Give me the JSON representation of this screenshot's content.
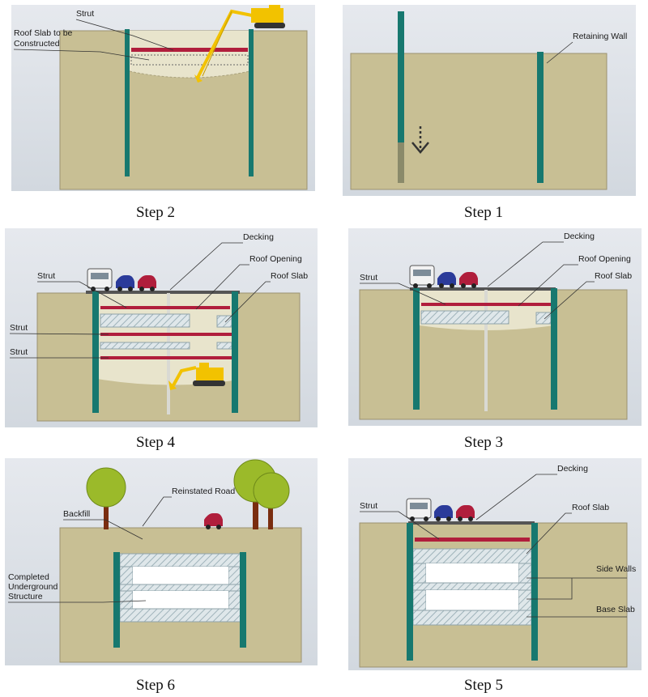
{
  "panels": {
    "step1": {
      "caption": "Step 1",
      "labels": {
        "retaining_wall": "Retaining Wall"
      }
    },
    "step2": {
      "caption": "Step 2",
      "labels": {
        "strut": "Strut",
        "roof_slab_line1": "Roof Slab to be",
        "roof_slab_line2": "Constructed"
      }
    },
    "step3": {
      "caption": "Step 3",
      "labels": {
        "decking": "Decking",
        "roof_opening": "Roof Opening",
        "strut": "Strut",
        "roof_slab": "Roof Slab"
      }
    },
    "step4": {
      "caption": "Step 4",
      "labels": {
        "decking": "Decking",
        "roof_opening": "Roof Opening",
        "strut_1": "Strut",
        "roof_slab": "Roof Slab",
        "strut_2": "Strut",
        "strut_3": "Strut"
      }
    },
    "step5": {
      "caption": "Step 5",
      "labels": {
        "decking": "Decking",
        "strut": "Strut",
        "roof_slab": "Roof Slab",
        "side_walls": "Side Walls",
        "base_slab": "Base Slab"
      }
    },
    "step6": {
      "caption": "Step 6",
      "labels": {
        "reinstated_road": "Reinstated Road",
        "backfill": "Backfill",
        "completed_line1": "Completed",
        "completed_line2": "Underground",
        "completed_line3": "Structure"
      }
    }
  },
  "colors": {
    "soil": "#c8bf94",
    "sky": "#dadfe6",
    "wall": "#17786f",
    "strut": "#b01e3c",
    "concrete": "#c7d4d8",
    "excavator": "#f2c200",
    "tree_foliage": "#9bba2a",
    "tree_trunk": "#7a2d10"
  }
}
